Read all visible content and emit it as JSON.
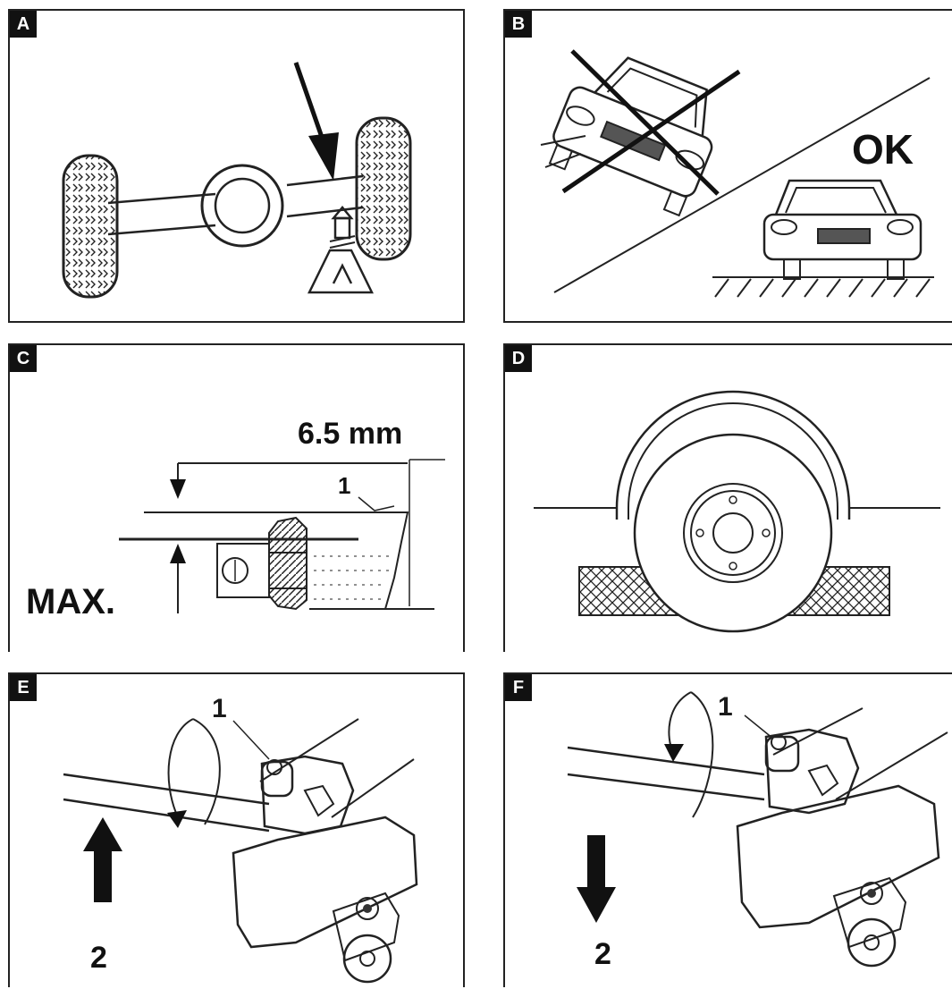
{
  "panels": {
    "a": {
      "letter": "A"
    },
    "b": {
      "letter": "B",
      "ok_label": "OK"
    },
    "c": {
      "letter": "C",
      "dimension_label": "6.5 mm",
      "callout_1": "1",
      "max_label": "MAX."
    },
    "d": {
      "letter": "D"
    },
    "e": {
      "letter": "E",
      "callout_1": "1",
      "callout_2": "2"
    },
    "f": {
      "letter": "F",
      "callout_1": "1",
      "callout_2": "2"
    }
  },
  "colors": {
    "ink": "#111111",
    "paper": "#ffffff"
  },
  "icons": {
    "a": "axle-on-jack-stand",
    "b": "car-on-level-ground",
    "c": "bolt-max-extension",
    "d": "wheel-chocked",
    "e": "tighten-lift-arrow",
    "f": "loosen-lower-arrow"
  }
}
